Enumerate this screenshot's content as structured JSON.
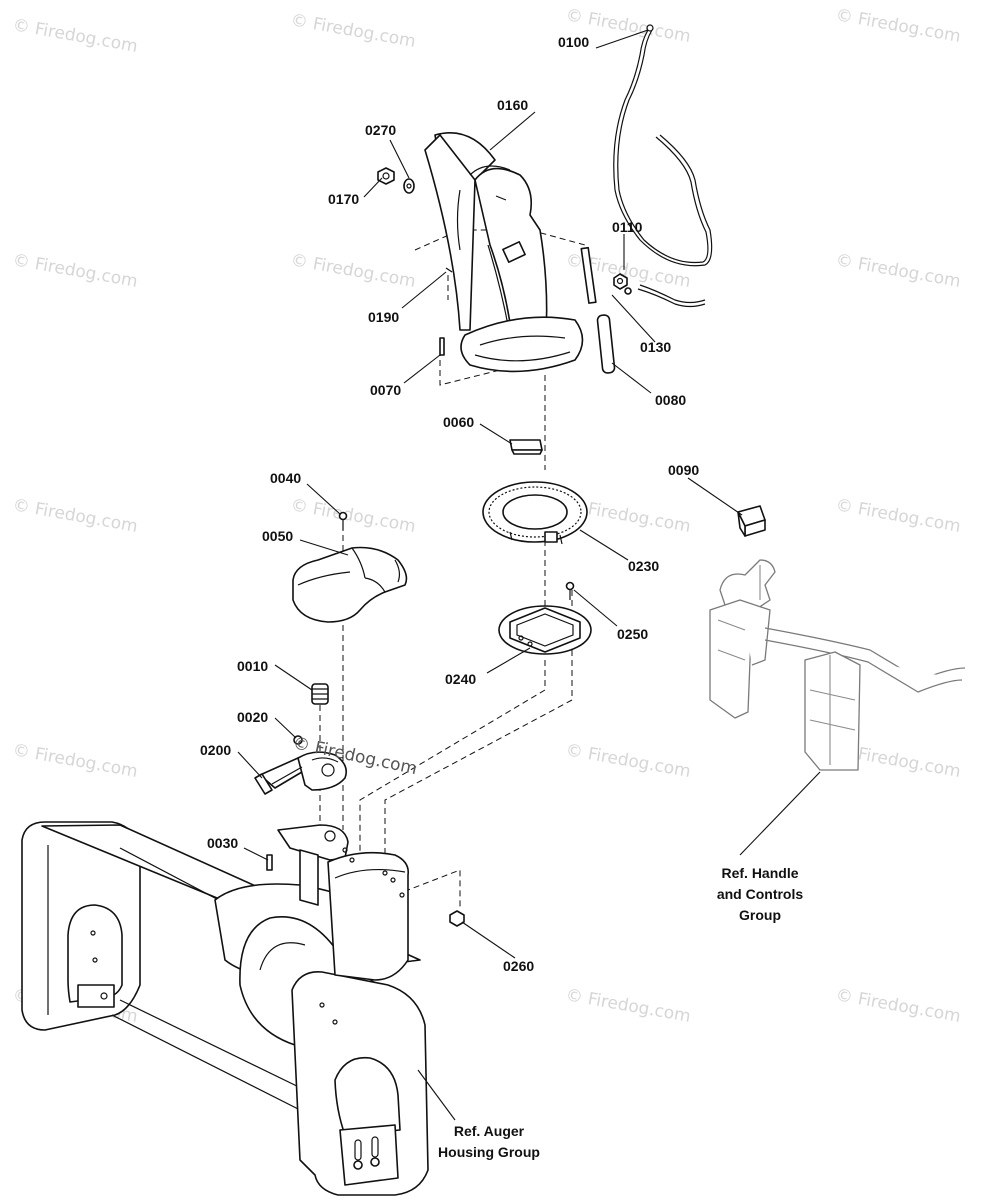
{
  "watermark": "© Firedog.com",
  "part_labels": {
    "p0010": "0010",
    "p0020": "0020",
    "p0030": "0030",
    "p0040": "0040",
    "p0050": "0050",
    "p0060": "0060",
    "p0070": "0070",
    "p0080": "0080",
    "p0090": "0090",
    "p0100": "0100",
    "p0110": "0110",
    "p0130": "0130",
    "p0160": "0160",
    "p0170": "0170",
    "p0190": "0190",
    "p0200": "0200",
    "p0230": "0230",
    "p0240": "0240",
    "p0250": "0250",
    "p0260": "0260",
    "p0270": "0270"
  },
  "references": {
    "handle_line1": "Ref. Handle",
    "handle_line2": "and Controls",
    "handle_line3": "Group",
    "auger_line1": "Ref. Auger",
    "auger_line2": "Housing Group"
  }
}
